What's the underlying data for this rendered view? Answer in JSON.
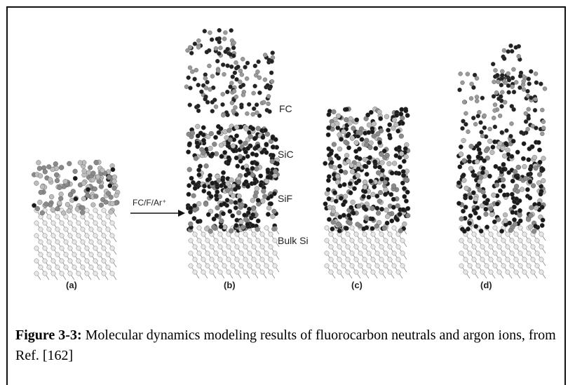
{
  "figure": {
    "panels": [
      "(a)",
      "(b)",
      "(c)",
      "(d)"
    ],
    "layer_labels": [
      "FC",
      "SiC",
      "SiF",
      "Bulk Si"
    ],
    "arrow_label": "FC/F/Ar⁺"
  },
  "caption": {
    "label": "Figure 3-3:",
    "text": "Molecular dynamics modeling results of fluorocarbon neutrals and argon ions, from Ref. [162]"
  }
}
